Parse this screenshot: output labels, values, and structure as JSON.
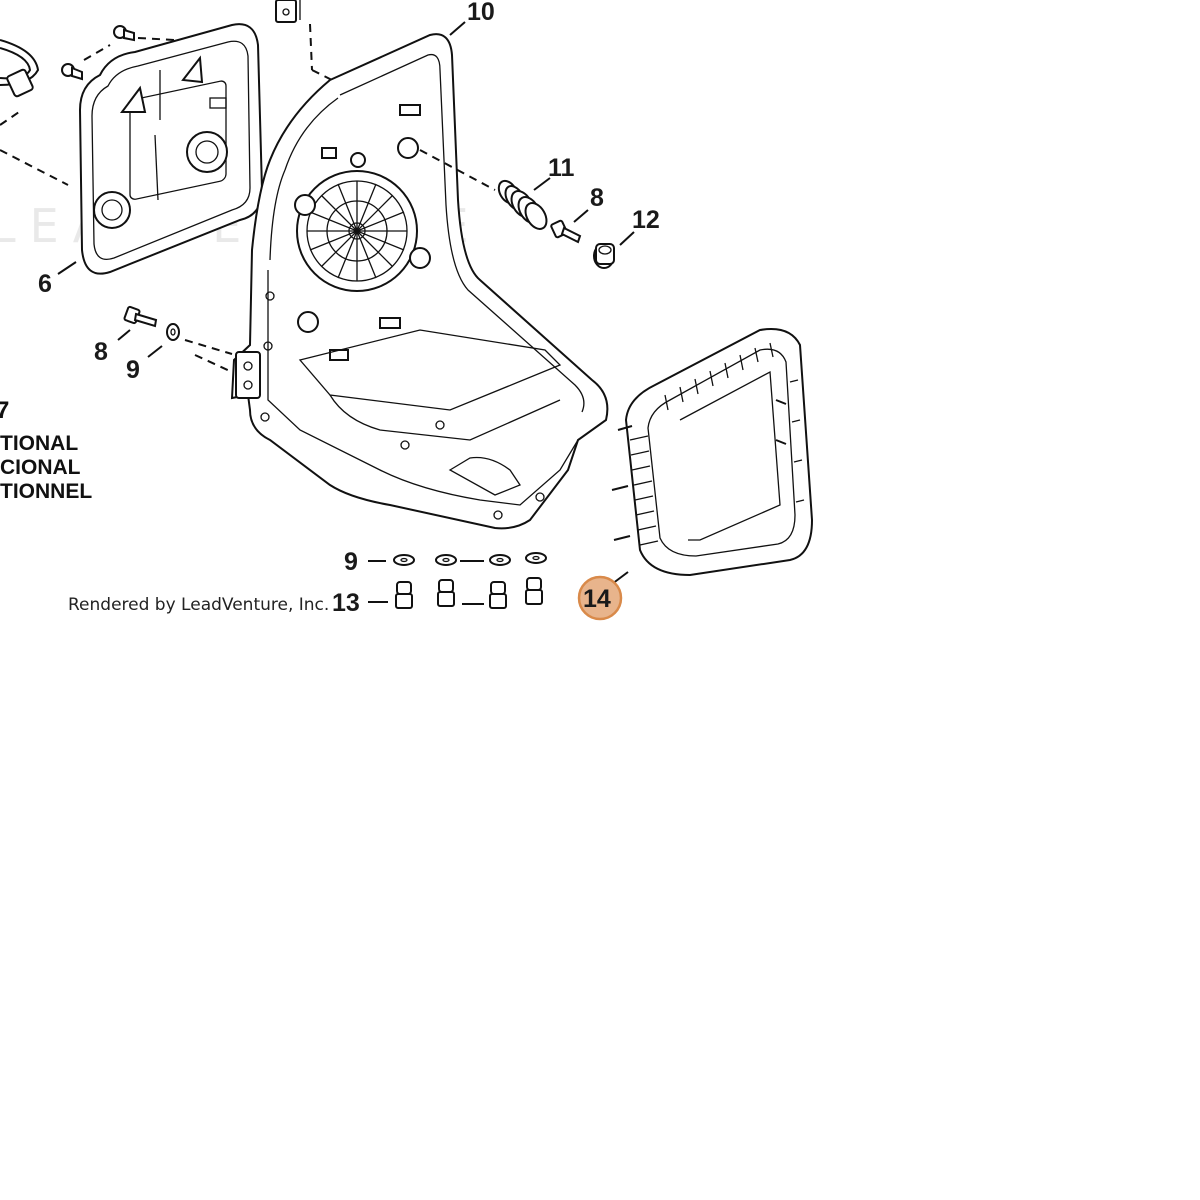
{
  "diagram": {
    "watermark": "LEADVENTURE",
    "credit": "Rendered by LeadVenture, Inc.",
    "optional_labels": [
      "7",
      "TIONAL",
      "CIONAL",
      "TIONNEL"
    ],
    "callouts": {
      "c10": "10",
      "c11": "11",
      "c8a": "8",
      "c12": "12",
      "c6": "6",
      "c8b": "8",
      "c9a": "9",
      "c9b": "9",
      "c13": "13",
      "c14": "14"
    },
    "highlight_color": "#e8b48c",
    "highlight_border": "#d98a4a"
  }
}
